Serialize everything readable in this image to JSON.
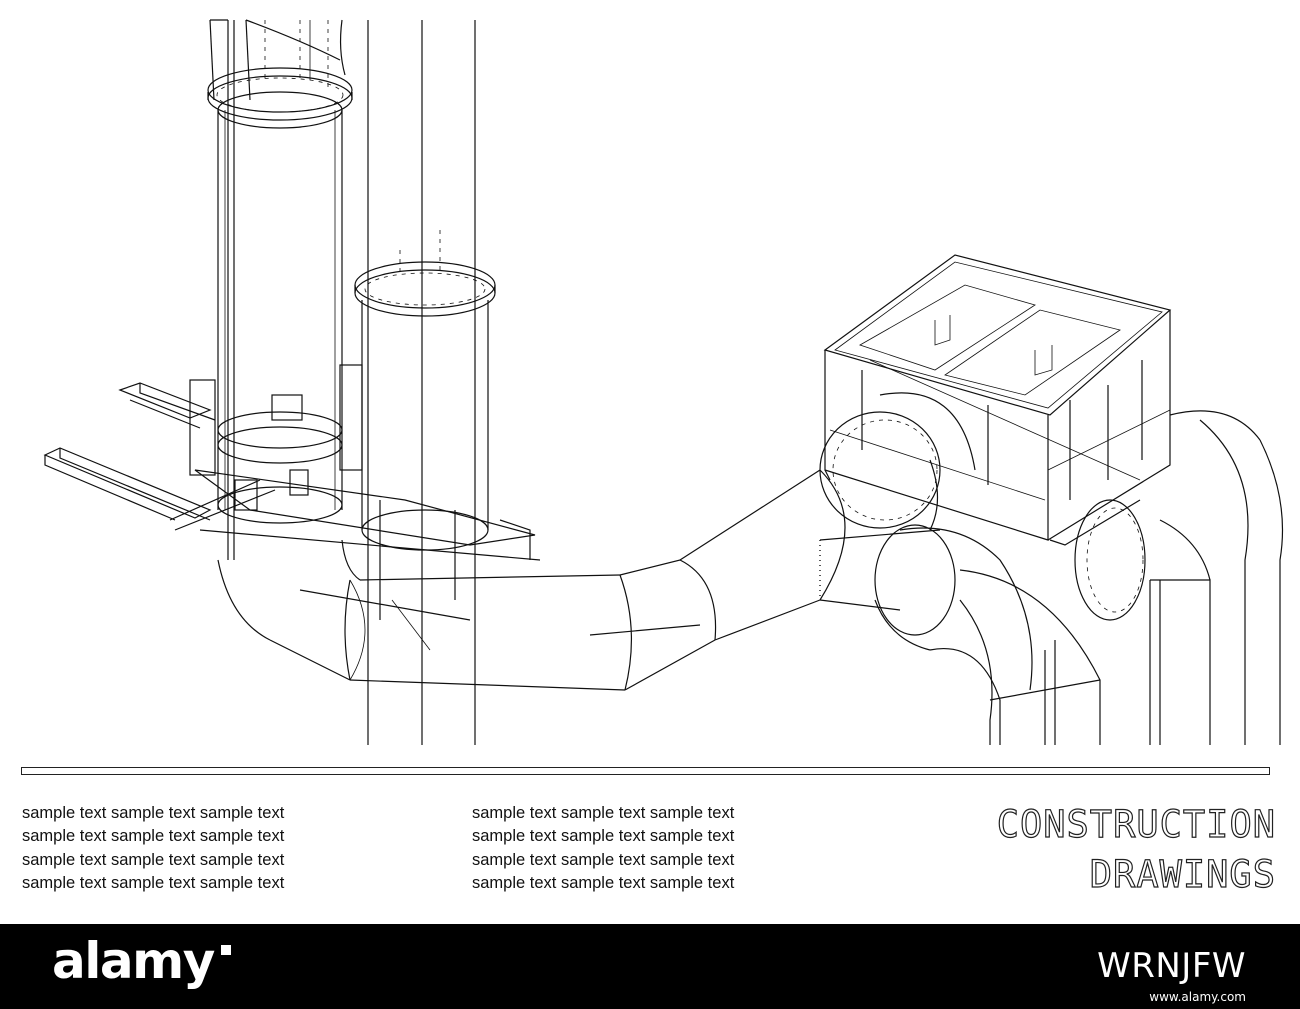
{
  "drawing": {
    "title_line1": "CONSTRUCTION",
    "title_line2": "DRAWINGS",
    "text_column_left": [
      "sample text sample text sample text",
      "sample text sample text sample text",
      "sample text sample text sample text",
      "sample text sample text sample text"
    ],
    "text_column_middle": [
      "sample text sample text sample text",
      "sample text sample text sample text",
      "sample text sample text sample text",
      "sample text sample text sample text"
    ]
  },
  "footer": {
    "logo": "alamy",
    "stock_id": "WRNJFW",
    "url": "www.alamy.com",
    "background": "#000000",
    "text_color": "#ffffff"
  }
}
